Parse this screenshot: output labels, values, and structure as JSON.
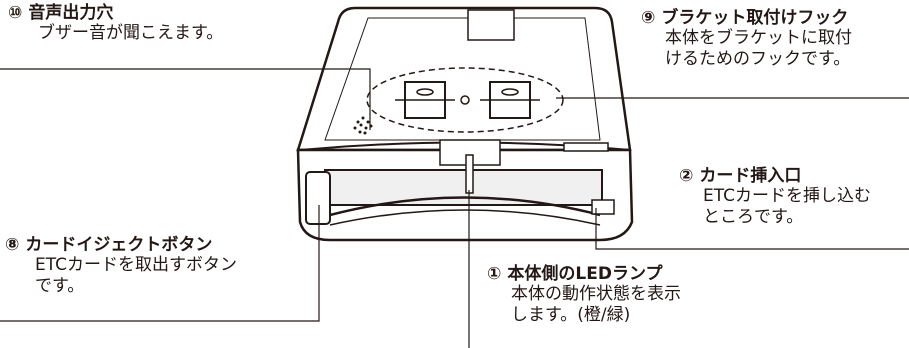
{
  "callouts": [
    {
      "num": "⑩",
      "title": "音声出力穴",
      "desc": [
        "ブザー音が聞こえます。"
      ]
    },
    {
      "num": "⑨",
      "title": "ブラケット取付けフック",
      "desc": [
        "本体をブラケットに取付",
        "けるためのフックです。"
      ]
    },
    {
      "num": "②",
      "title": "カード挿入口",
      "desc": [
        "ETCカードを挿し込む",
        "ところです。"
      ]
    },
    {
      "num": "⑧",
      "title": "カードイジェクトボタン",
      "desc": [
        "ETCカードを取出すボタン",
        "です。"
      ]
    },
    {
      "num": "①",
      "title": "本体側のLEDランプ",
      "desc": [
        "本体の動作状態を表示",
        "します。(橙/緑)"
      ]
    }
  ]
}
